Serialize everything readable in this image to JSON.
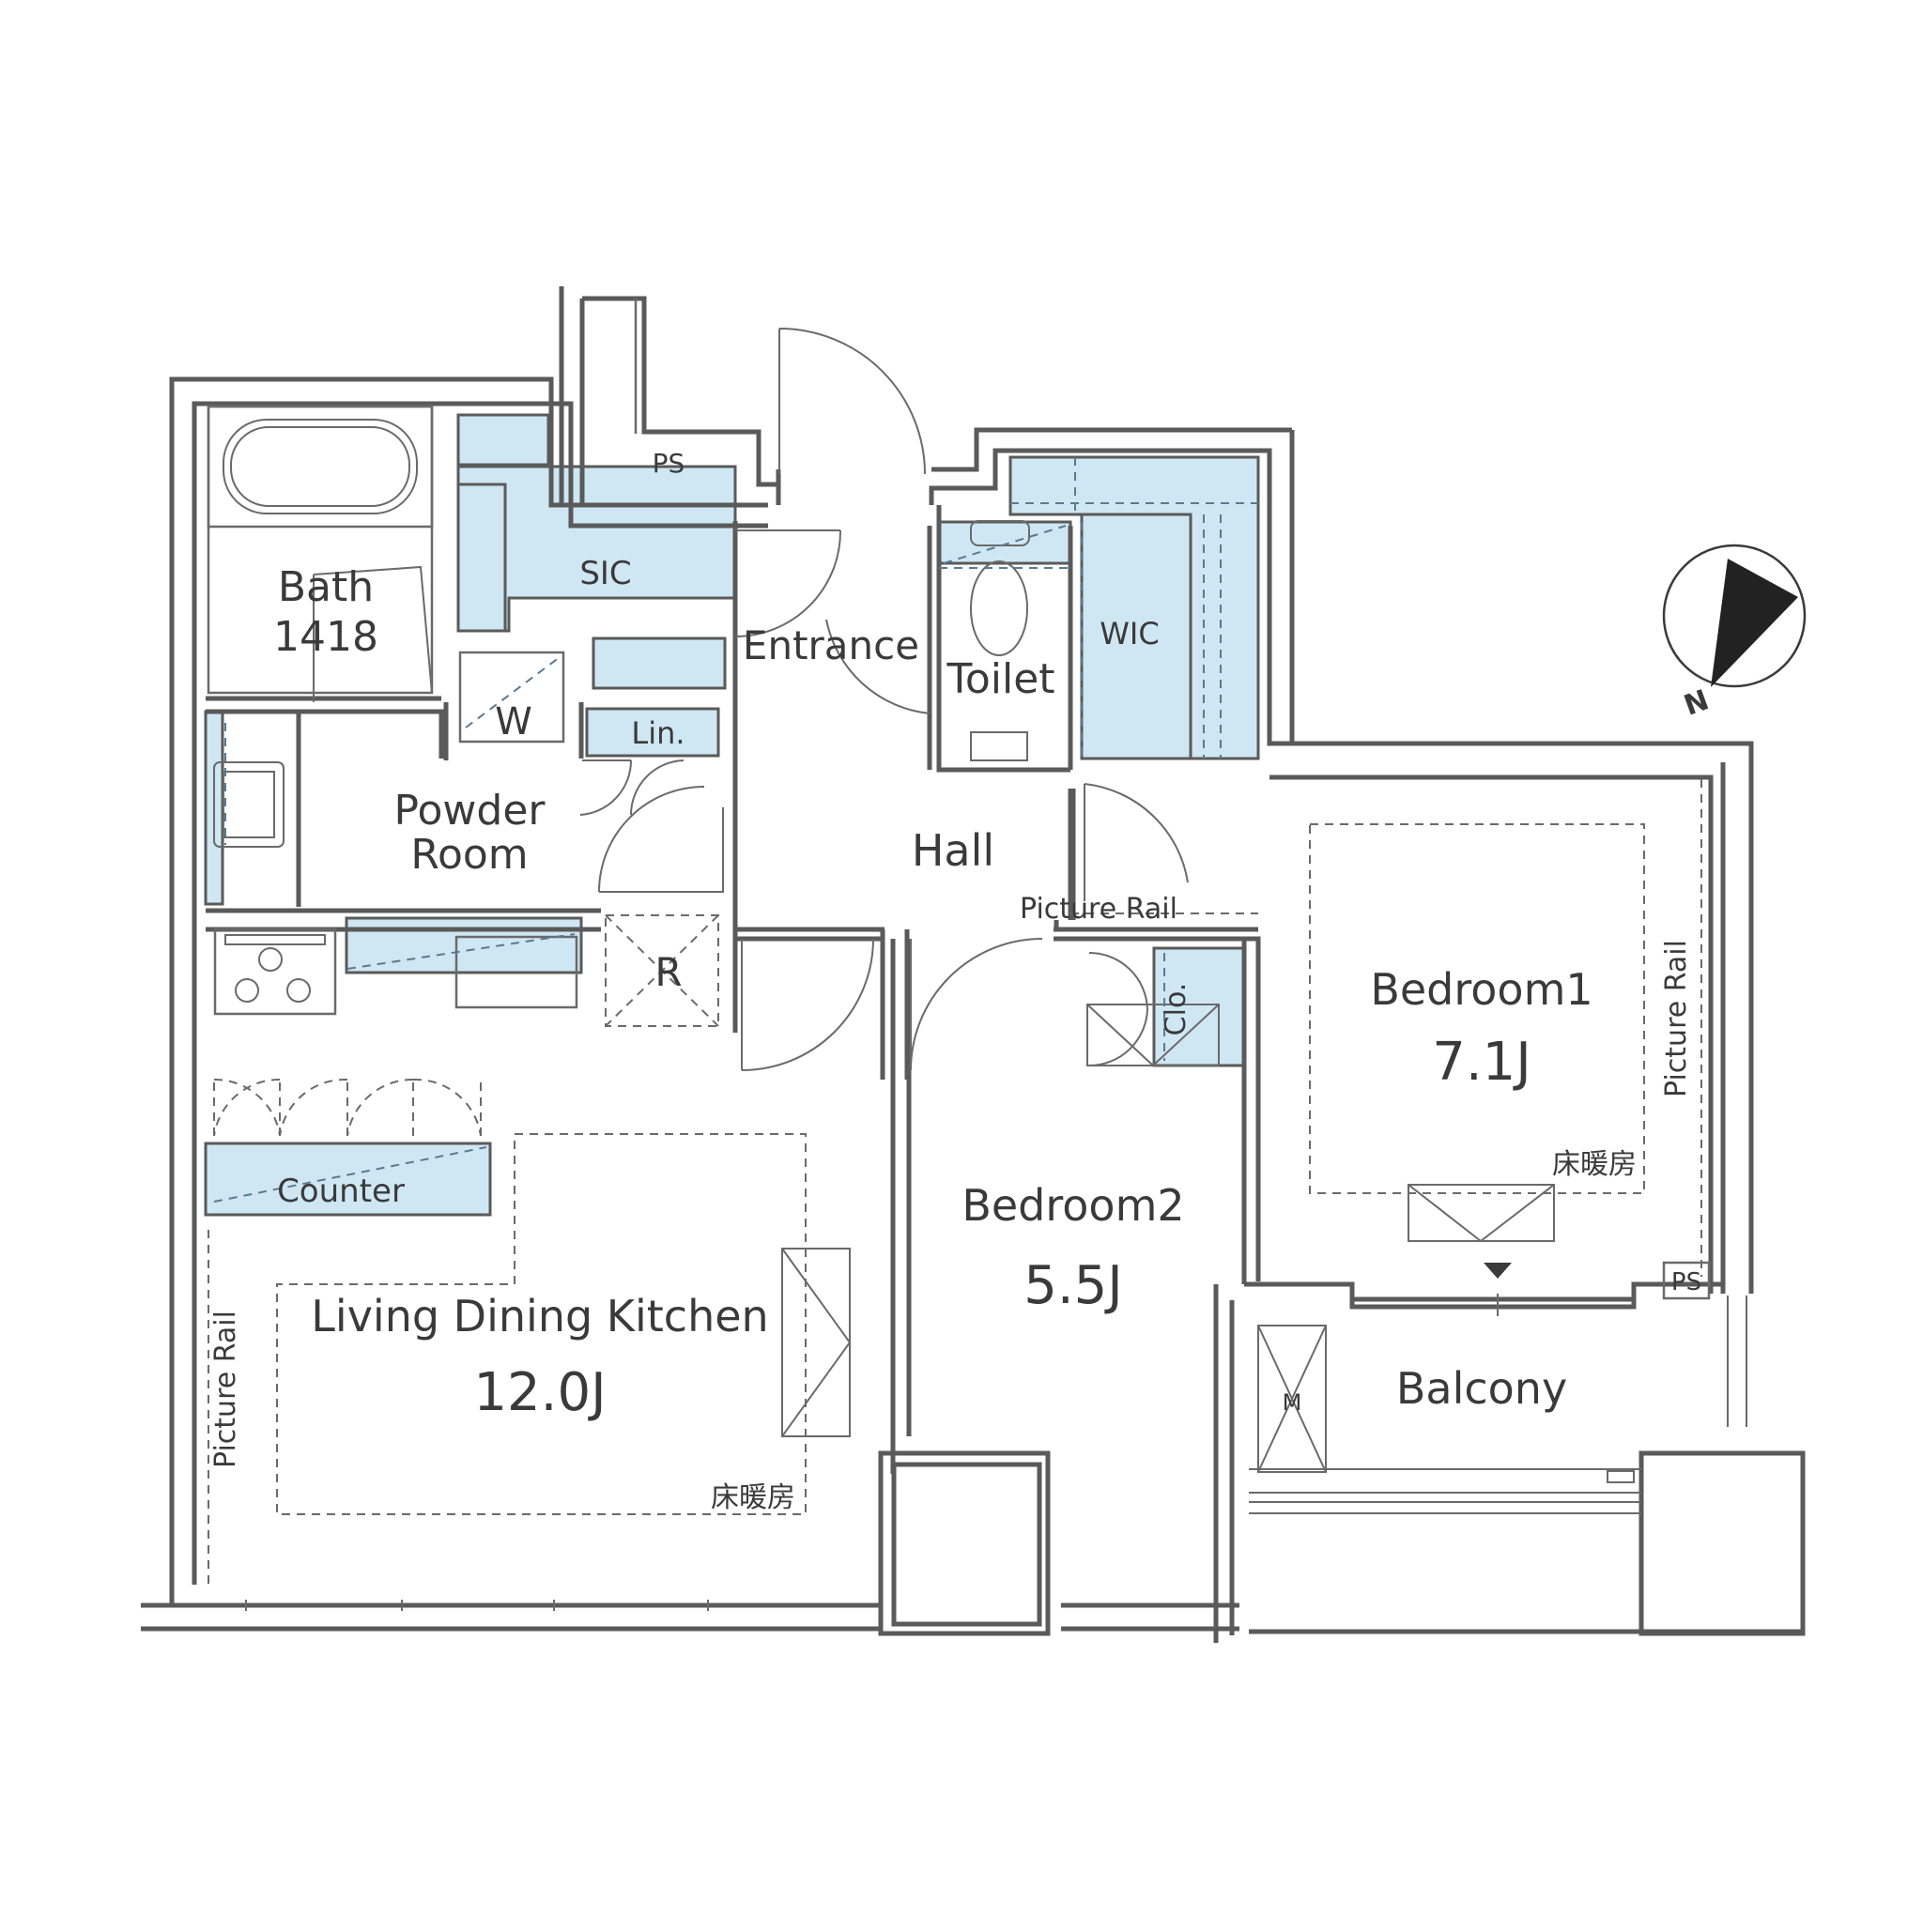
{
  "accent_color": "#cfe7f3",
  "rooms": {
    "bath": {
      "name": "Bath",
      "size": "1418"
    },
    "sic": "SIC",
    "ps_top": "PS",
    "entrance": "Entrance",
    "toilet": "Toilet",
    "wic": "WIC",
    "washer": "W",
    "linen": "Lin.",
    "powder_room": [
      "Powder",
      "Room"
    ],
    "hall": "Hall",
    "refrigerator": "R",
    "closet": "Clo.",
    "counter": "Counter",
    "ldk": {
      "name": "Living Dining Kitchen",
      "size": "12.0J",
      "floor_heating": "床暖房"
    },
    "bedroom1": {
      "name": "Bedroom1",
      "size": "7.1J",
      "floor_heating": "床暖房"
    },
    "bedroom2": {
      "name": "Bedroom2",
      "size": "5.5J"
    },
    "balcony": "Balcony",
    "ps_balcony": "PS",
    "meter": "M"
  },
  "picture_rail": {
    "hall": "Picture Rail",
    "bedroom1": "Picture Rail",
    "ldk": "Picture Rail"
  },
  "compass": {
    "label": "N",
    "icon": "north-arrow-icon"
  }
}
